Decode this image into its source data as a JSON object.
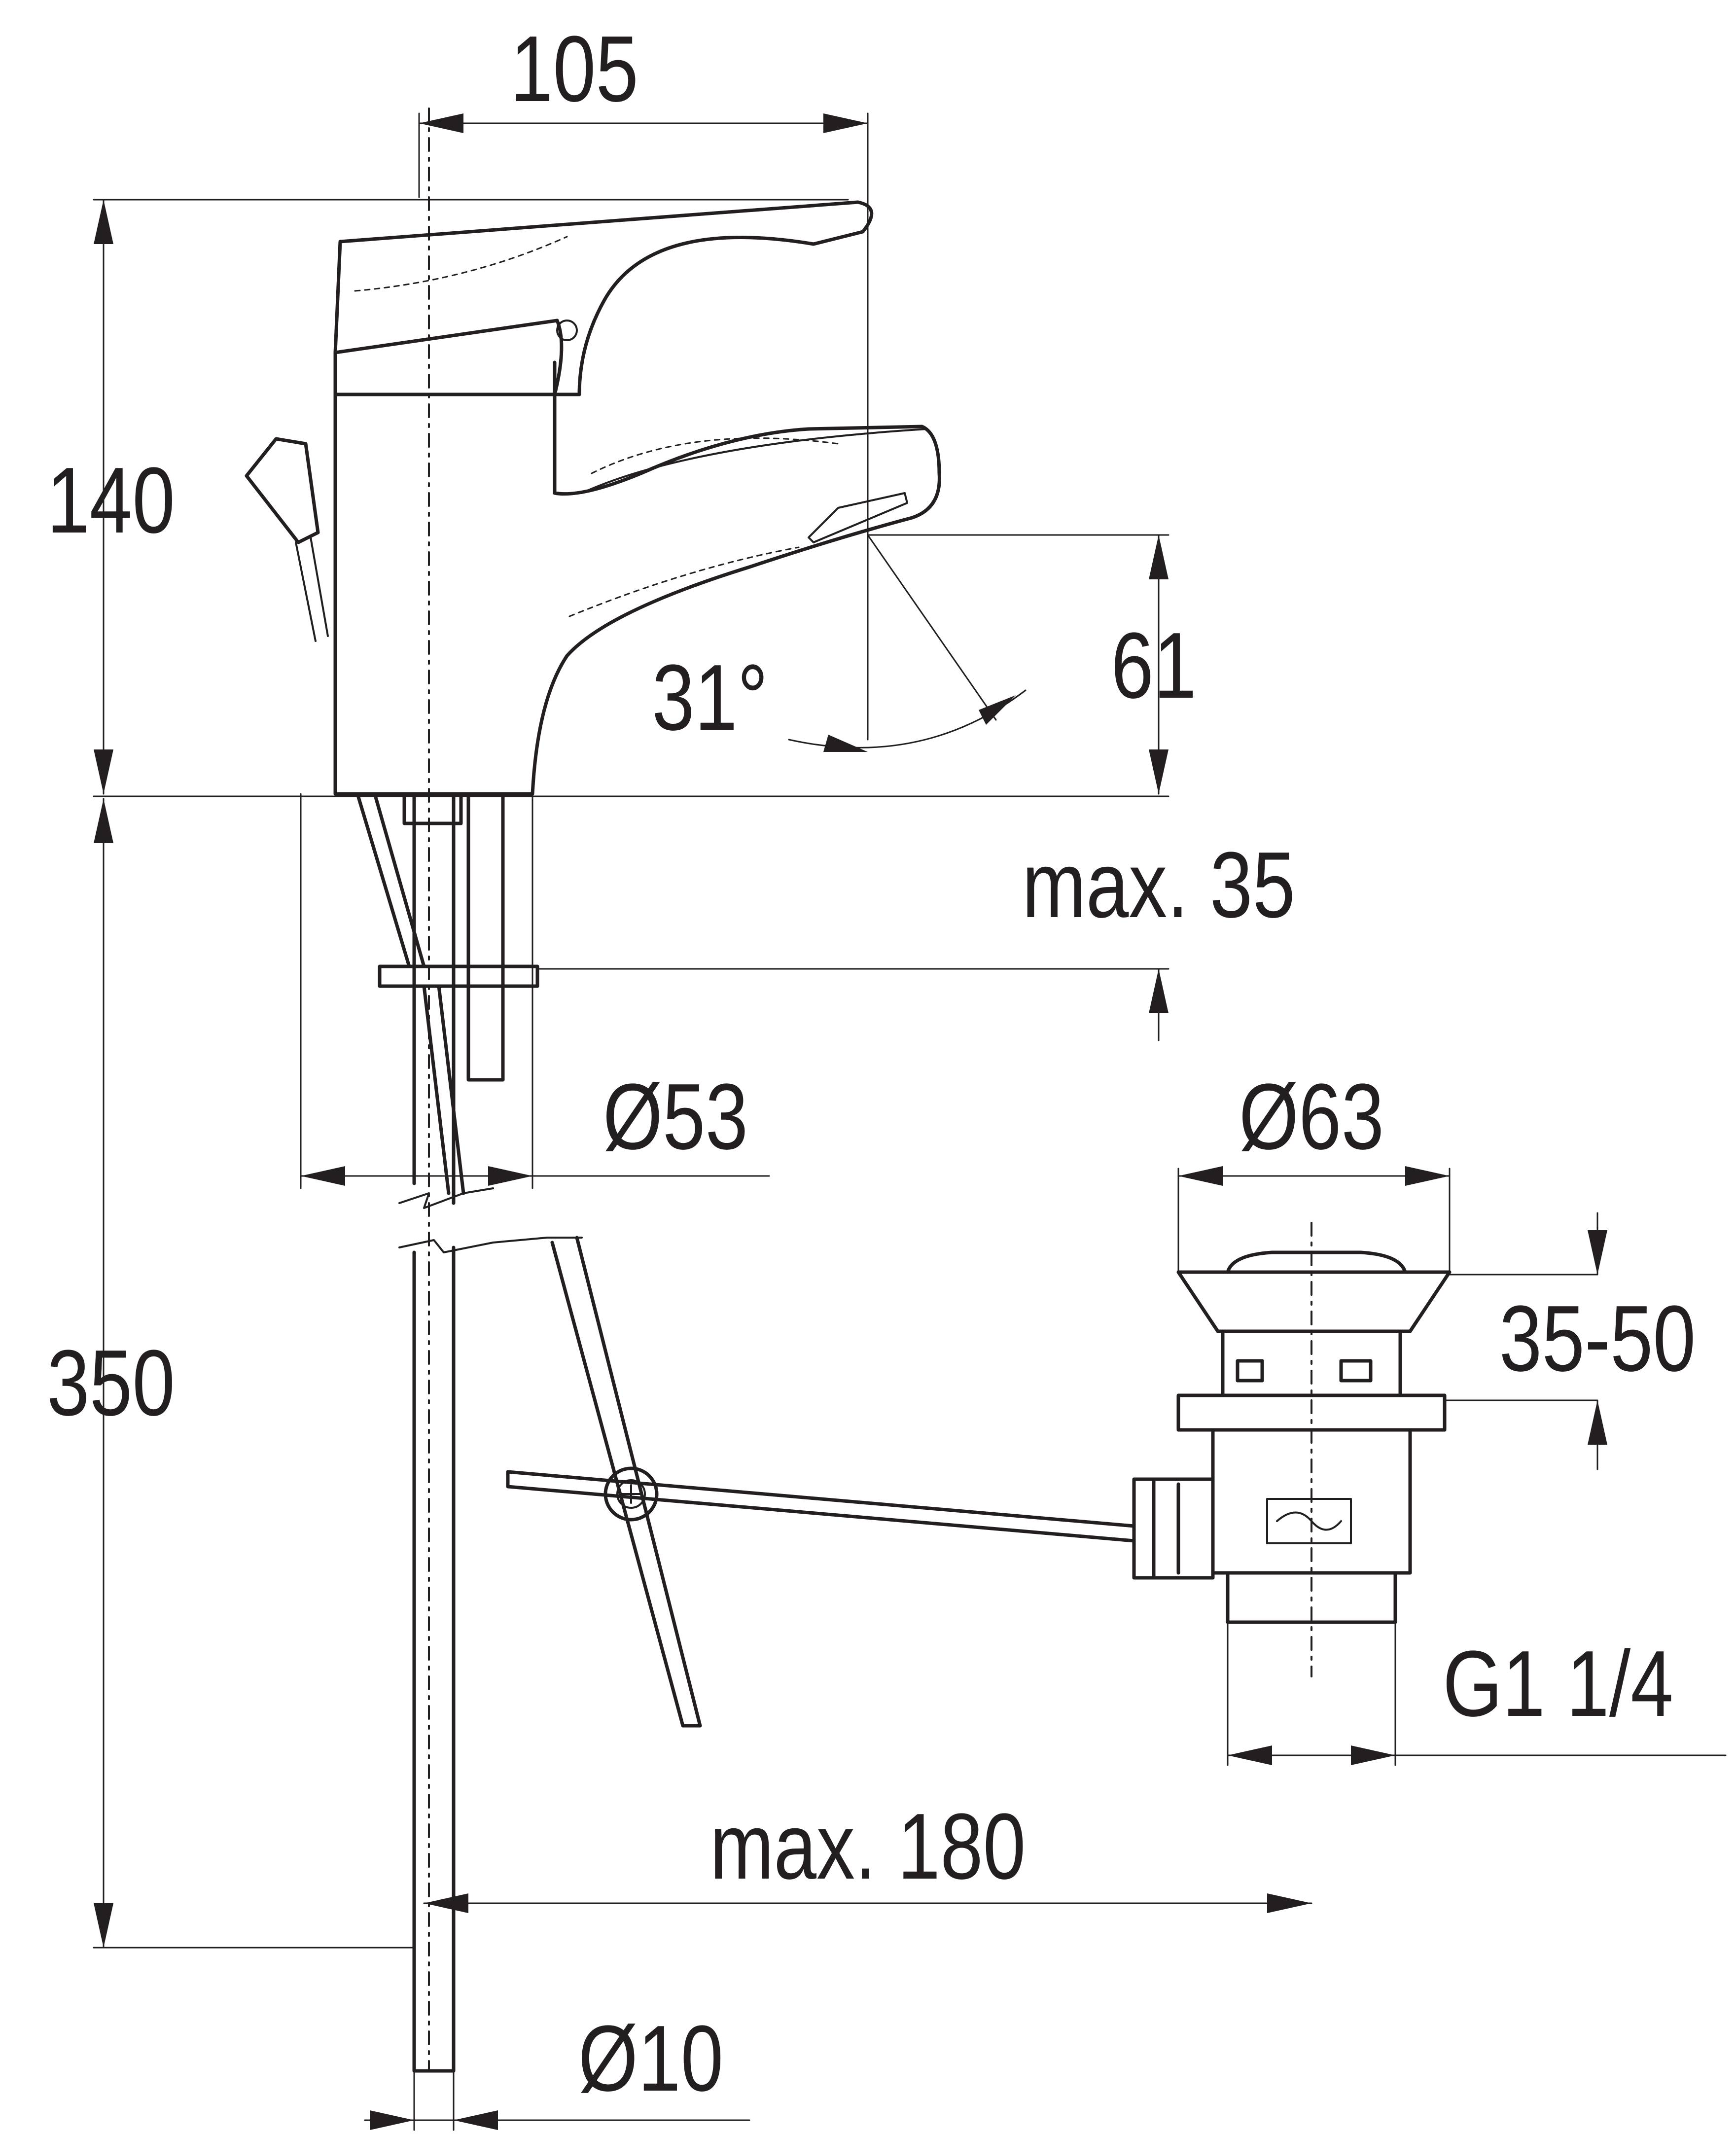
{
  "dimensions": {
    "spout_reach": "105",
    "total_height": "140",
    "lower_length": "350",
    "aerator_height": "61",
    "spout_angle": "31°",
    "max_deck_thickness": "max. 35",
    "base_diameter": "Ø53",
    "waste_flange_diameter": "Ø63",
    "waste_range": "35-50",
    "waste_thread": "G1 1/4",
    "pull_rod_reach": "max. 180",
    "tail_diameter": "Ø10"
  },
  "colors": {
    "line": "#231f20",
    "background": "#ffffff"
  }
}
